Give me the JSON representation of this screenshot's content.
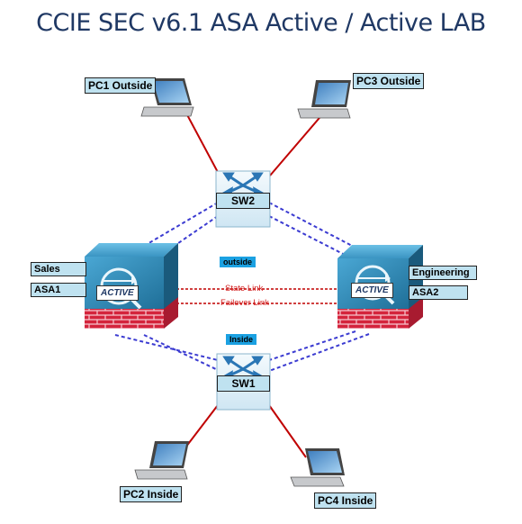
{
  "title": "CCIE SEC v6.1 ASA Active / Active LAB",
  "labels": {
    "pc1": "PC1 Outside",
    "pc2": "PC2 Inside",
    "pc3": "PC3 Outside",
    "pc4": "PC4 Inside",
    "sw1": "SW1",
    "sw2": "SW2",
    "asa1": "ASA1",
    "asa2": "ASA2",
    "sales": "Sales",
    "engineering": "Engineering",
    "outside_net": "outside",
    "inside_net": "Inside",
    "active_left": "ACTIVE",
    "active_right": "ACTIVE",
    "state_link": "State Link",
    "failover_link": "Failover Link"
  },
  "icons": {
    "switch": "switch-icon",
    "firewall": "asa-firewall-icon",
    "laptop": "laptop-icon"
  },
  "colors": {
    "title": "#1f3864",
    "label_fill": "#bfe2f0",
    "red_link": "#c00000",
    "blue_link": "#3b3bd1",
    "brick": "#d0243d",
    "asa_blue": "#2e8bb8"
  }
}
